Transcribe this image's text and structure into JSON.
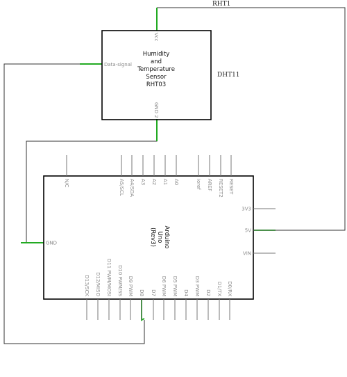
{
  "sensor": {
    "lines": [
      "Humidity",
      "and",
      "Temperature",
      "Sensor",
      "RHT03"
    ],
    "pin_vcc": "Vcc",
    "pin_data": "Data-signal",
    "pin_gnd": "GND 2"
  },
  "labels": {
    "dht11": "DHT11",
    "rht1": "RHT1"
  },
  "arduino": {
    "lines": [
      "Arduino",
      "Uno",
      "(Rev3)"
    ],
    "top_pins": [
      "N/C",
      "A5/SCL",
      "A4/SDA",
      "A3",
      "A2",
      "A1",
      "A0",
      "ioref",
      "AREF",
      "RESET2",
      "RESET"
    ],
    "right_pins": [
      "3V3",
      "5V",
      "VIN"
    ],
    "left_pins": [
      "GND"
    ],
    "bottom_pins": [
      "D13/SCK",
      "D12/MISO",
      "D11 PWM/MOSI",
      "D10 PWM/SS",
      "D9 PWM",
      "D8",
      "D7",
      "D6 PWM",
      "D5 PWM",
      "D4",
      "D3 PWM",
      "D2",
      "D1/TX",
      "D0/RX"
    ]
  },
  "colors": {
    "wire": "#333333",
    "wire_highlight": "#22aa22",
    "pin": "#777777",
    "box": "#000000"
  }
}
